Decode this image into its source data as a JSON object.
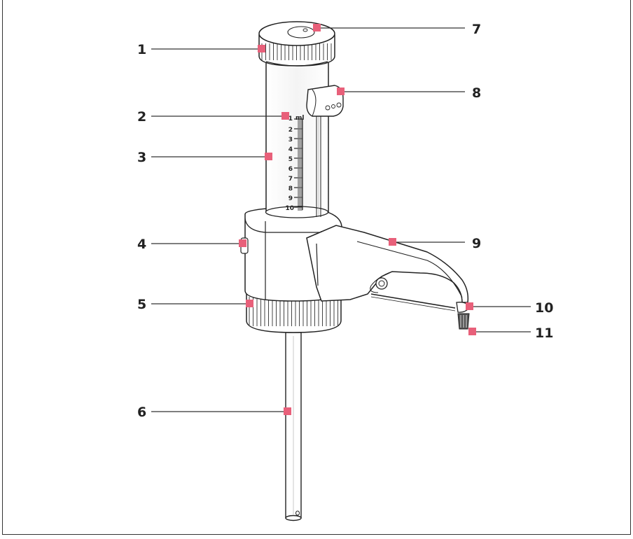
{
  "scale": {
    "unit": "ml",
    "marks": [
      "1",
      "2",
      "3",
      "4",
      "5",
      "6",
      "7",
      "8",
      "9",
      "10"
    ]
  },
  "callouts": {
    "c1": "1",
    "c2": "2",
    "c3": "3",
    "c4": "4",
    "c5": "5",
    "c6": "6",
    "c7": "7",
    "c8": "8",
    "c9": "9",
    "c10": "10",
    "c11": "11"
  },
  "colors": {
    "callout_marker": "#e8607a",
    "line": "#333333",
    "outline": "#222222"
  }
}
